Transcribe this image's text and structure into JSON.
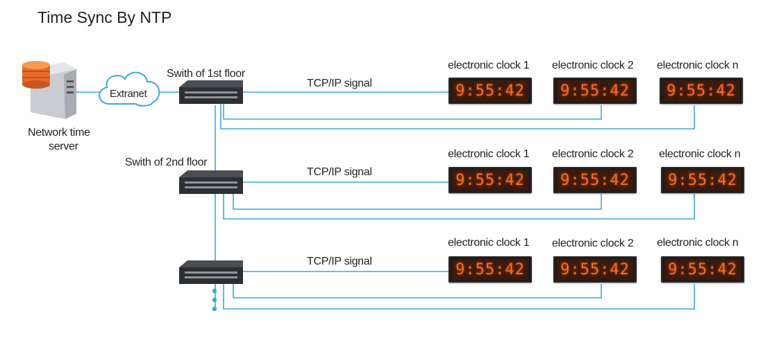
{
  "title": "Time Sync By NTP",
  "server_label_line1": "Network time",
  "server_label_line2": "server",
  "cloud_label": "Extranet",
  "switch_1_label": "Swith of 1st floor",
  "switch_2_label": "Swith of 2nd floor",
  "signal_label": "TCP/IP signal",
  "clock_time": "9:55:42",
  "clock_labels": [
    "electronic clock 1",
    "electronic clock 2",
    "electronic clock n"
  ],
  "colors": {
    "line": "#3aa9d8",
    "digits": "#ff6a1a",
    "server_db": "#e8692a",
    "switch": "#2d2f33"
  }
}
